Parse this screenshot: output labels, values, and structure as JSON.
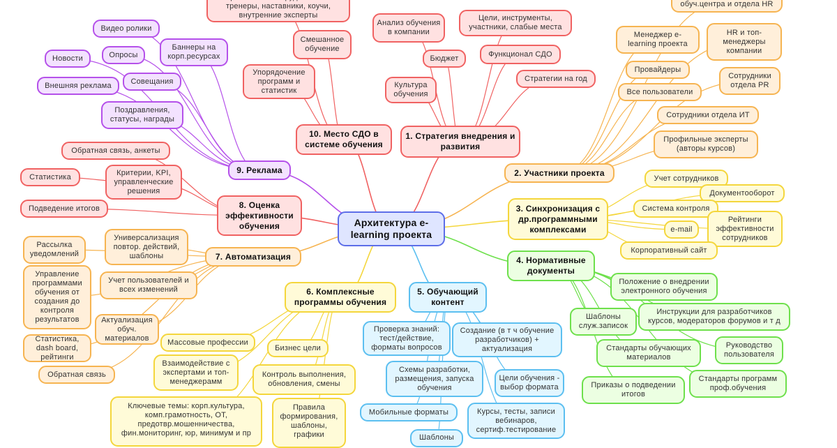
{
  "center": "Архитектура e-learning проекта",
  "b1": {
    "title": "1. Стратегия внедрения и развития",
    "items": [
      "Культура обучения",
      "Бюджет",
      "Анализ обучения в компании",
      "Цели, инструменты, участники, слабые места",
      "Функционал СДО",
      "Стратегии на год"
    ]
  },
  "b2": {
    "title": "2. Участники проекта",
    "items": [
      "Менеджер e-learning проекта",
      "HR и топ-менеджеры компании",
      "Провайдеры",
      "Все пользователи",
      "Сотрудники отдела PR",
      "Сотрудники отдела ИТ",
      "Профильные эксперты (авторы курсов)",
      "обуч.центра и отдела HR"
    ]
  },
  "b3": {
    "title": "3. Синхронизация с др.программными комплексами",
    "items": [
      "Учет сотрудников",
      "Документооборот",
      "Система контроля",
      "e-mail",
      "Рейтинги эффективности сотрудников",
      "Корпоративный сайт"
    ]
  },
  "b4": {
    "title": "4. Нормативные документы",
    "items": [
      "Положение о внедрении электронного обучения",
      "Инструкции для разработчиков курсов, модераторов форумов и т д",
      "Шаблоны служ.записок",
      "Руководство пользователя",
      "Стандарты обучающих материалов",
      "Стандарты программ проф.обучения",
      "Приказы о подведении итогов"
    ]
  },
  "b5": {
    "title": "5. Обучающий контент",
    "items": [
      "Проверка знаний: тест/действие, форматы вопросов",
      "Создание (в т ч обучение разработчиков) + актуализация",
      "Схемы разработки, размещения, запуска обучения",
      "Цели обучения - выбор формата",
      "Мобильные форматы",
      "Курсы, тесты, записи вебинаров, сертиф.тестирование",
      "Шаблоны"
    ]
  },
  "b6": {
    "title": "6. Комплексные программы обучения",
    "items": [
      "Массовые профессии",
      "Бизнес цели",
      "Взаимодействие с экспертами и топ-менеджерамм",
      "Контроль выполнения, обновления, смены",
      "Ключевые темы: корп.культура, комп.грамотность, ОТ, предотвр.мошенничества, фин.мониторинг, юр, минимум и пр",
      "Правила формирования, шаблоны, графики"
    ]
  },
  "b7": {
    "title": "7. Автоматизация",
    "items": [
      "Рассылка уведомлений",
      "Универсализация повтор. действий, шаблоны",
      "Управление программами обучения от создания до контроля результатов",
      "Учет пользователей и всех изменений",
      "Актуализация обуч. материалов",
      "Статистика, dash board, рейтинги",
      "Обратная связь"
    ]
  },
  "b8": {
    "title": "8. Оценка эффективности обучения",
    "items": [
      "Обратная связь, анкеты",
      "Критерии, KPI, управленческие решения",
      "Статистика",
      "Подведение итогов"
    ]
  },
  "b9": {
    "title": "9. Реклама",
    "items": [
      "Видео ролики",
      "Баннеры на корп.ресурсах",
      "Опросы",
      "Новости",
      "Совещания",
      "Внешняя реклама",
      "Поздравления, статусы, награды"
    ]
  },
  "b10": {
    "title": "10. Место СДО в системе обучения",
    "items": [
      "Упорядочение программ и статистик",
      "Смешанное обучение",
      "гармоничное сотрудничество: тренеры, наставники, коучи, внутренние эксперты"
    ]
  },
  "colors": {
    "red": "#f06262",
    "purple": "#b551ea",
    "orange": "#f6b451",
    "yellow": "#f4d63c",
    "blue": "#5cbff0",
    "green": "#6ee04c",
    "center": "#5d6ee8"
  }
}
